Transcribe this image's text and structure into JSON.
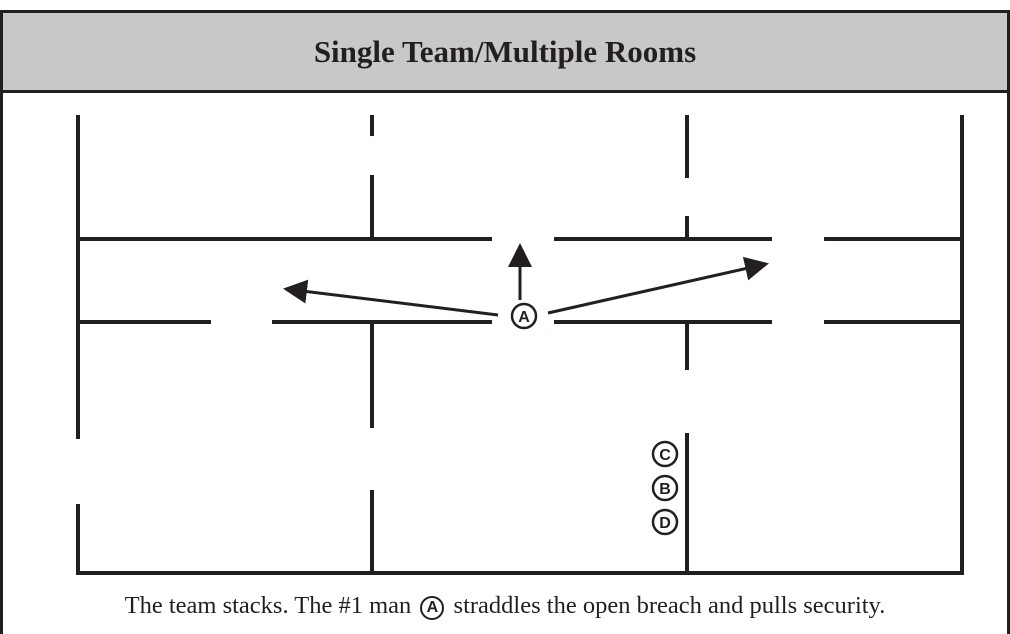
{
  "title": "Single Team/Multiple Rooms",
  "markers": {
    "a": "A",
    "b": "B",
    "c": "C",
    "d": "D"
  },
  "caption": {
    "before": "The team stacks. The #1 man",
    "marker": "A",
    "after": "straddles the open breach and pulls security."
  },
  "colors": {
    "ink": "#231f20",
    "header_fill": "#c8c8c8"
  }
}
